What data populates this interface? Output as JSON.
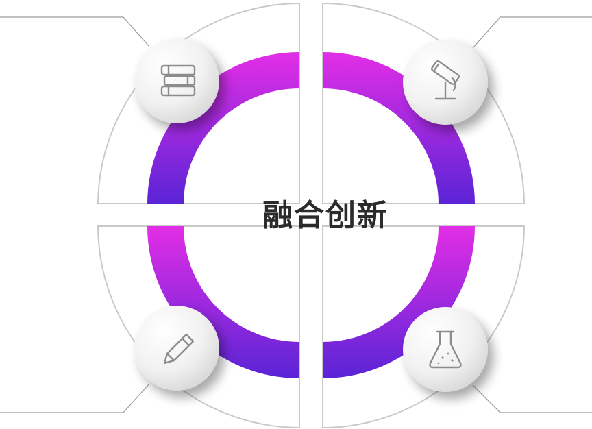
{
  "center": {
    "title": "融合创新"
  },
  "colors": {
    "ring_start": "#e22ee6",
    "ring_end": "#5a24d6",
    "outline": "#c9c9c9",
    "connector": "#9c9c9c",
    "badge_light": "#ffffff",
    "badge_dark": "#d6d6d6",
    "icon": "#8c8c8c",
    "title": "#2b2b2b"
  },
  "quadrants": [
    {
      "position": "top-left",
      "icon": "books-icon"
    },
    {
      "position": "top-right",
      "icon": "microscope-icon"
    },
    {
      "position": "bottom-left",
      "icon": "pencil-icon"
    },
    {
      "position": "bottom-right",
      "icon": "flask-icon"
    }
  ]
}
